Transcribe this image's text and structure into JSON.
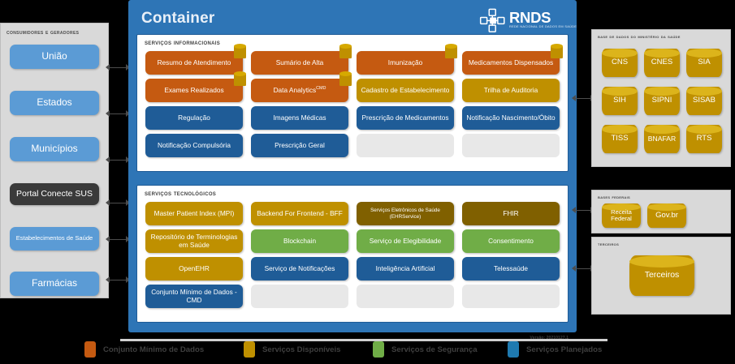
{
  "left_panel": {
    "title": "Consumidores e Geradores",
    "items": [
      {
        "label": "União",
        "style": "blue",
        "size": "large"
      },
      {
        "label": "Estados",
        "style": "blue",
        "size": "large"
      },
      {
        "label": "Municípios",
        "style": "blue",
        "size": "large"
      },
      {
        "label": "Portal Conecte SUS",
        "style": "dark",
        "size": "medium"
      },
      {
        "label": "Estabelecimentos de Saúde",
        "style": "blue",
        "size": "small"
      },
      {
        "label": "Farmácias",
        "style": "blue",
        "size": "large"
      }
    ]
  },
  "container": {
    "title": "Container",
    "logo": {
      "word": "RNDS",
      "tagline": "REDE NACIONAL DE DADOS EM SAÚDE",
      "icon": "network-cross-icon"
    },
    "sections": [
      {
        "title": "Serviços Informacionais",
        "cards": [
          {
            "label": "Resumo de Atendimento",
            "color": "orange",
            "cmd_badge": true
          },
          {
            "label": "Sumário de Alta",
            "color": "orange",
            "cmd_badge": true
          },
          {
            "label": "Imunização",
            "color": "orange",
            "cmd_badge": true
          },
          {
            "label": "Medicamentos Dispensados",
            "color": "orange",
            "cmd_badge": true
          },
          {
            "label": "Exames Realizados",
            "color": "orange",
            "cmd_badge": true
          },
          {
            "label": "Data Analytics",
            "sup": "CMD",
            "color": "orange",
            "cmd_badge": true
          },
          {
            "label": "Cadastro de Estabelecimento",
            "color": "gold",
            "cmd_badge": false
          },
          {
            "label": "Trilha de Auditoria",
            "color": "gold",
            "cmd_badge": false
          },
          {
            "label": "Regulação",
            "color": "blue",
            "cmd_badge": false
          },
          {
            "label": "Imagens Médicas",
            "color": "blue",
            "cmd_badge": false
          },
          {
            "label": "Prescrição de Medicamentos",
            "color": "blue",
            "cmd_badge": false
          },
          {
            "label": "Notificação Nascimento/Óbito",
            "color": "blue",
            "cmd_badge": false
          },
          {
            "label": "Notificação Compulsória",
            "color": "blue",
            "cmd_badge": false
          },
          {
            "label": "Prescrição Geral",
            "color": "blue",
            "cmd_badge": false
          },
          {
            "label": "",
            "color": "empty",
            "cmd_badge": false
          },
          {
            "label": "",
            "color": "empty",
            "cmd_badge": false
          }
        ]
      },
      {
        "title": "Serviços Tecnológicos",
        "cards": [
          {
            "label": "Master Patient Index (MPI)",
            "color": "gold",
            "cmd_badge": false
          },
          {
            "label": "Backend For Frontend - BFF",
            "color": "gold",
            "cmd_badge": false
          },
          {
            "label": "Serviços Eletrônicos de Saúde (EHRService)",
            "color": "olive",
            "small": true,
            "cmd_badge": false
          },
          {
            "label": "FHIR",
            "color": "olive",
            "cmd_badge": false
          },
          {
            "label": "Repositório de Terminologias em Saúde",
            "color": "gold",
            "cmd_badge": false
          },
          {
            "label": "Blockchain",
            "color": "green",
            "cmd_badge": false
          },
          {
            "label": "Serviço de Elegibilidade",
            "color": "green",
            "cmd_badge": false
          },
          {
            "label": "Consentimento",
            "color": "green",
            "cmd_badge": false
          },
          {
            "label": "OpenEHR",
            "color": "gold",
            "cmd_badge": false
          },
          {
            "label": "Serviço de Notificações",
            "color": "blue",
            "cmd_badge": false
          },
          {
            "label": "Inteligência Artificial",
            "color": "blue",
            "cmd_badge": false
          },
          {
            "label": "Telessaúde",
            "color": "blue",
            "cmd_badge": false
          },
          {
            "label": "Conjunto Mínimo de Dados - CMD",
            "color": "blue",
            "cmd_badge": false
          },
          {
            "label": "",
            "color": "empty",
            "cmd_badge": false
          },
          {
            "label": "",
            "color": "empty",
            "cmd_badge": false
          },
          {
            "label": "",
            "color": "empty",
            "cmd_badge": false
          }
        ]
      }
    ]
  },
  "right_panels": [
    {
      "id": "db-panel",
      "title": "Base de Dados do Ministério da Saúde",
      "databases": [
        "CNS",
        "CNES",
        "SIA",
        "SIH",
        "SIPNI",
        "SISAB",
        "TISS",
        "BNAFAR",
        "RTS"
      ]
    },
    {
      "id": "fed-panel",
      "title": "Bases Federais",
      "databases": [
        "Receita Federal",
        "Gov.br"
      ]
    },
    {
      "id": "third-panel",
      "title": "Terceiros",
      "databases": [
        "Terceiros"
      ]
    }
  ],
  "legend": {
    "version": "Versão: 20210127.1",
    "items": [
      {
        "label": "Conjunto Mínimo de Dados",
        "color": "#c55a11"
      },
      {
        "label": "Serviços Disponíveis",
        "color": "#bf9000"
      },
      {
        "label": "Serviços de Segurança",
        "color": "#70ad47"
      },
      {
        "label": "Serviços Planejados",
        "color": "#1f7ab0"
      }
    ]
  }
}
